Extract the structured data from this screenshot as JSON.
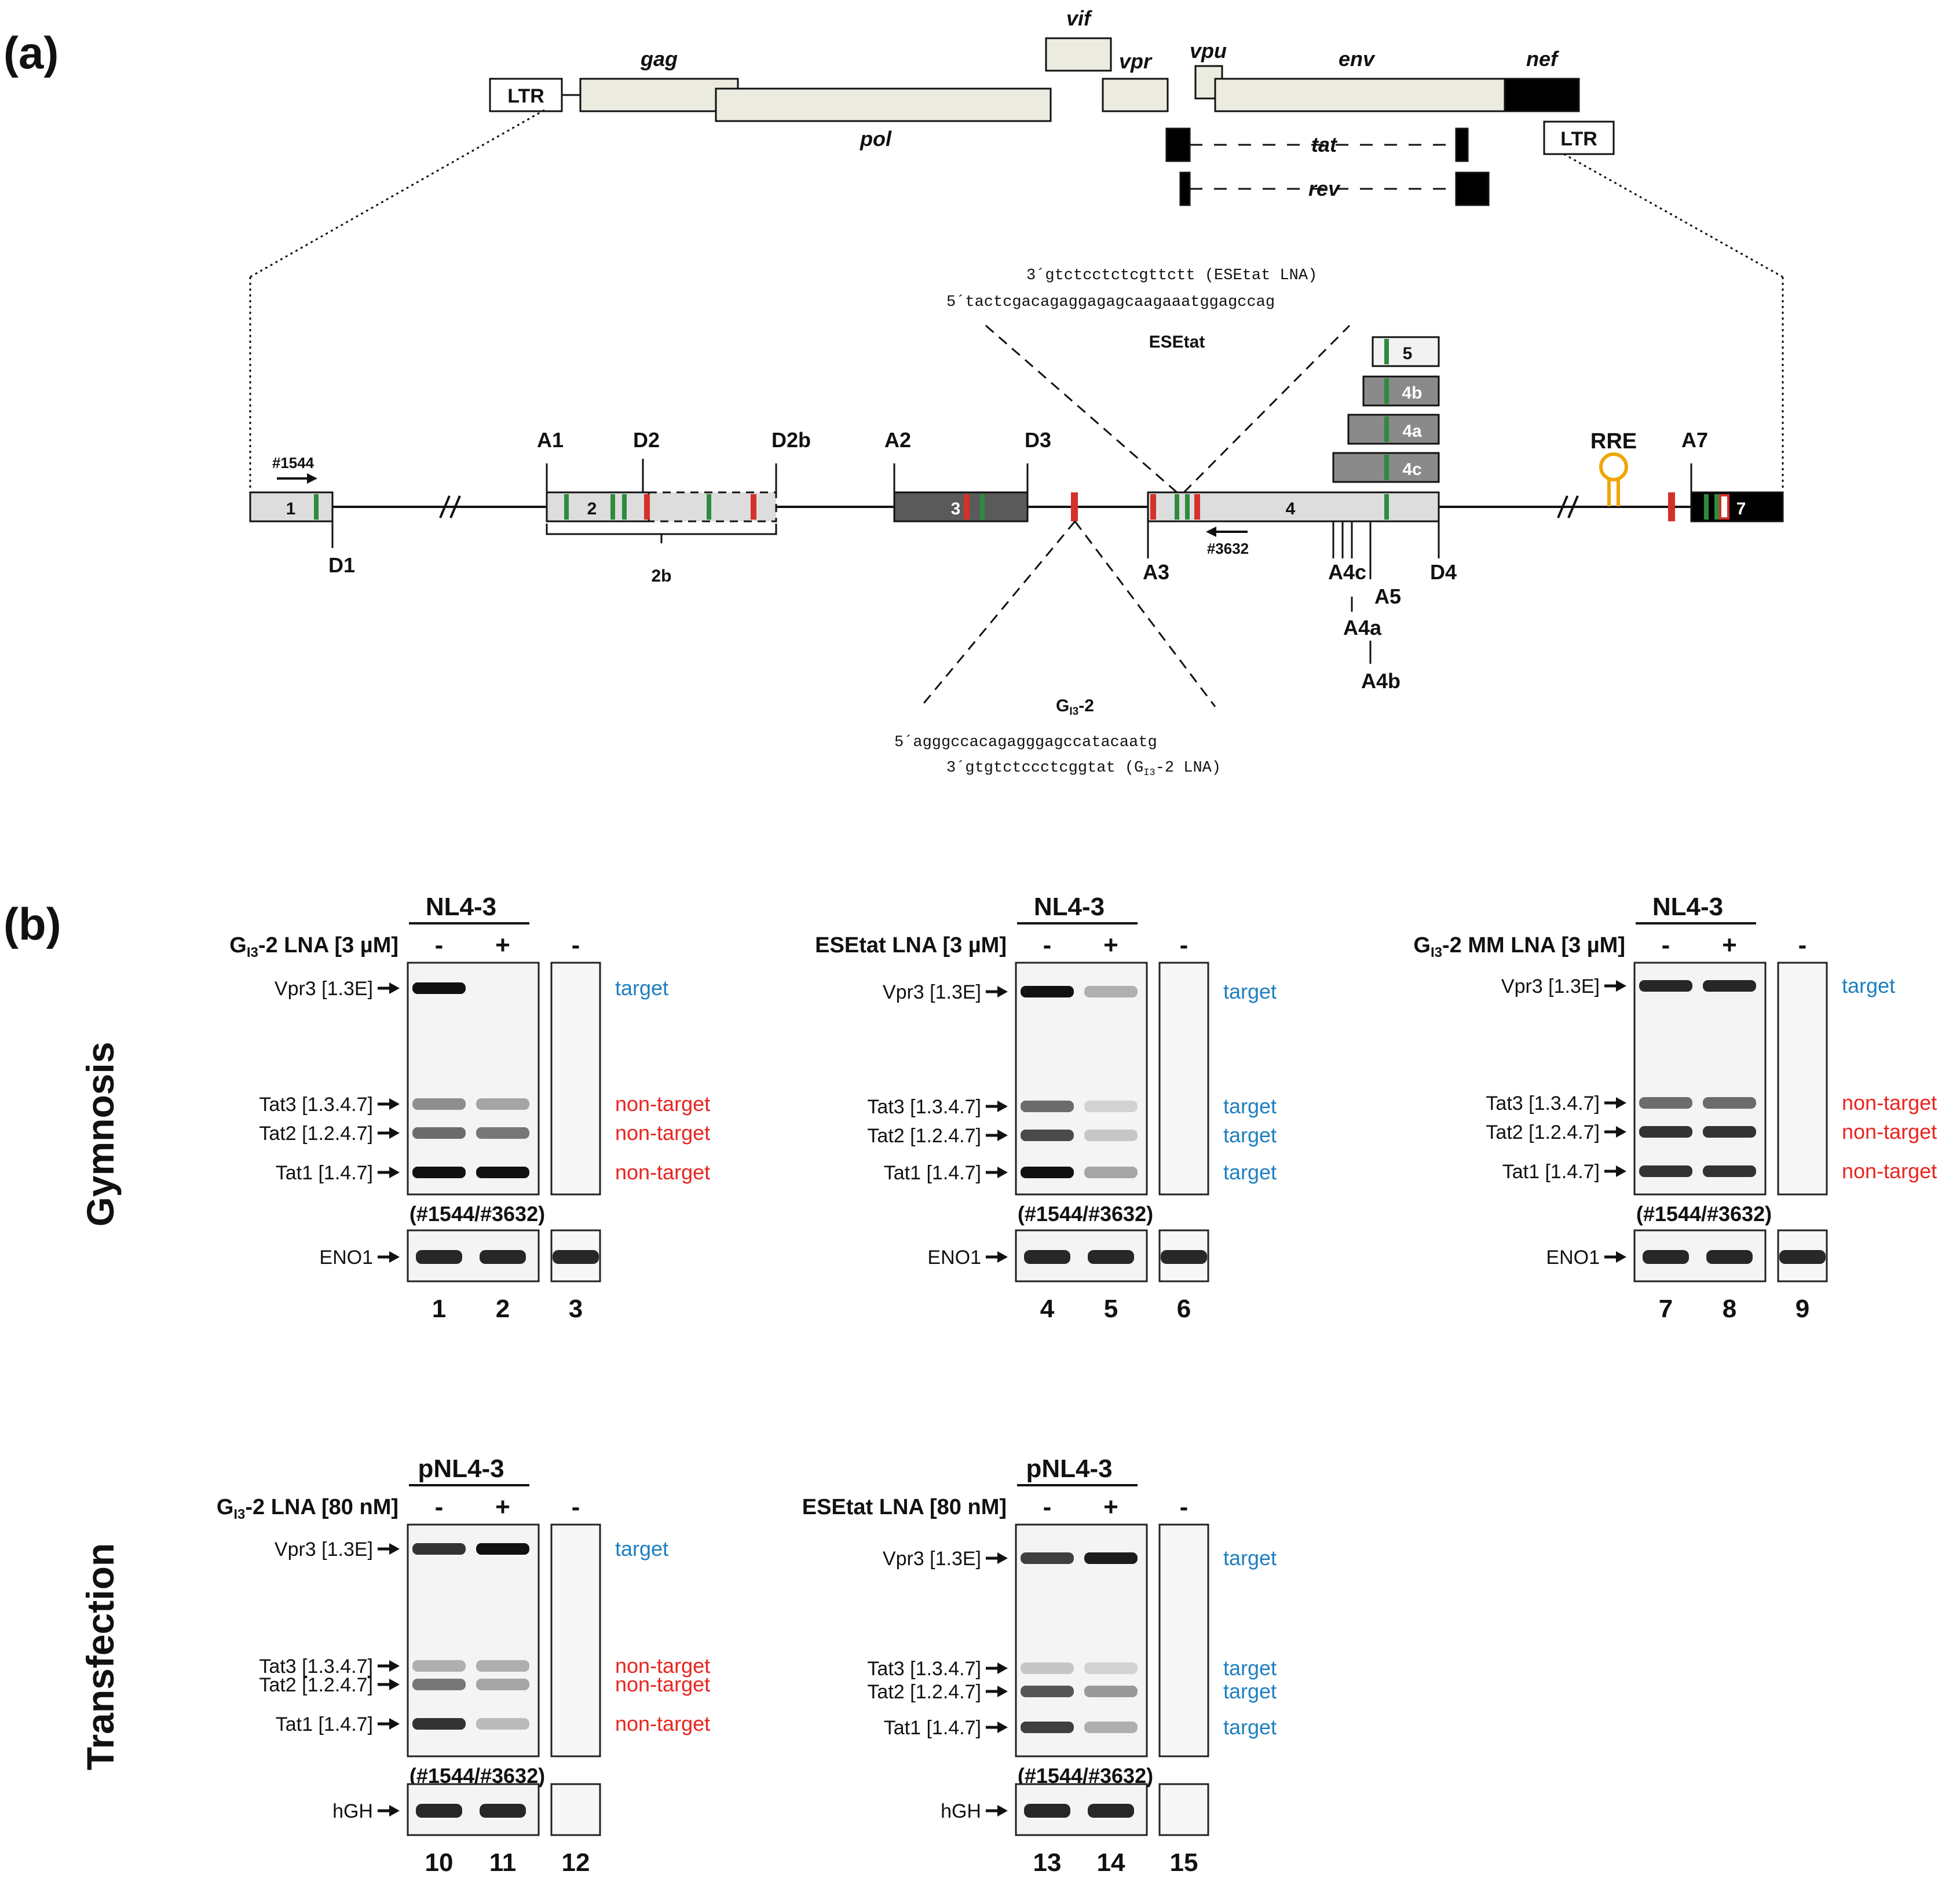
{
  "panels": {
    "a": "(a)",
    "b": "(b)"
  },
  "genome": {
    "genes": {
      "gag": "gag",
      "pol": "pol",
      "vif": "vif",
      "vpr": "vpr",
      "vpu": "vpu",
      "env": "env",
      "nef": "nef",
      "tat": "tat",
      "rev": "rev"
    },
    "ltr_left": "LTR",
    "ltr_right": "LTR"
  },
  "transcript": {
    "exons": {
      "e1": "1",
      "e2": "2",
      "e3": "3",
      "e4": "4",
      "e5": "5",
      "e4b": "4b",
      "e4a": "4a",
      "e4c": "4c",
      "e7": "7"
    },
    "bracket_2b": "2b",
    "sites": {
      "A1": "A1",
      "D1": "D1",
      "D2": "D2",
      "D2b": "D2b",
      "A2": "A2",
      "D3": "D3",
      "A3": "A3",
      "D4": "D4",
      "A4c": "A4c",
      "A5": "A5",
      "A4a": "A4a",
      "A4b": "A4b",
      "A7": "A7"
    },
    "primer_fwd": "#1544",
    "primer_rev": "#3632",
    "rre": "RRE",
    "esetat_title": "ESEtat",
    "esetat_lna": "3´gtctcctctcgttctt (ESEtat LNA)",
    "esetat_seq": "5´tactcgacagaggagagcaagaaatggagccag",
    "gi3_title": "G",
    "gi3_sub": "I3",
    "gi3_title_suffix": "-2",
    "gi3_seq": "5´agggccacagagggagccatacaatg",
    "gi3_lna_pre": "3´gtgtctccctcggtat (G",
    "gi3_lna_sub": "I3",
    "gi3_lna_post": "-2 LNA)"
  },
  "gels_common": {
    "bands": [
      "Vpr3 [1.3E]",
      "Tat3 [1.3.4.7]",
      "Tat2 [1.2.4.7]",
      "Tat1 [1.4.7]"
    ],
    "primers": "(#1544/#3632)",
    "target": "target",
    "non_target": "non-target",
    "minus": "-",
    "plus": "+"
  },
  "rows": {
    "gymnosis": "Gymnosis",
    "transfection": "Transfection"
  },
  "gels": [
    {
      "header": "NL4-3",
      "treat_pre": "G",
      "treat_sub": "I3",
      "treat_post": "-2 LNA [3 µM]",
      "lanes": [
        "1",
        "2",
        "3"
      ],
      "control": "ENO1",
      "targets": [
        "target",
        "non-target",
        "non-target",
        "non-target"
      ]
    },
    {
      "header": "NL4-3",
      "treat_pre": "ESEtat LNA [3 µM]",
      "treat_sub": "",
      "treat_post": "",
      "lanes": [
        "4",
        "5",
        "6"
      ],
      "control": "ENO1",
      "targets": [
        "target",
        "target",
        "target",
        "target"
      ]
    },
    {
      "header": "NL4-3",
      "treat_pre": "G",
      "treat_sub": "I3",
      "treat_post": "-2 MM LNA [3 µM]",
      "lanes": [
        "7",
        "8",
        "9"
      ],
      "control": "ENO1",
      "targets": [
        "target",
        "non-target",
        "non-target",
        "non-target"
      ]
    },
    {
      "header": "pNL4-3",
      "treat_pre": "G",
      "treat_sub": "I3",
      "treat_post": "-2 LNA [80 nM]",
      "lanes": [
        "10",
        "11",
        "12"
      ],
      "control": "hGH",
      "targets": [
        "target",
        "non-target",
        "non-target",
        "non-target"
      ]
    },
    {
      "header": "pNL4-3",
      "treat_pre": "ESEtat LNA [80 nM]",
      "treat_sub": "",
      "treat_post": "",
      "lanes": [
        "13",
        "14",
        "15"
      ],
      "control": "hGH",
      "targets": [
        "target",
        "target",
        "target",
        "target"
      ]
    }
  ],
  "colors": {
    "target": "#1f7fbf",
    "non_target": "#e8251f",
    "green_mark": "#2e8b3e",
    "red_mark": "#d4312b",
    "exon_light": "#dddddd",
    "exon_dark": "#5a5a5a",
    "gene_fill": "#ecebe0",
    "rre": "#f0a500"
  }
}
